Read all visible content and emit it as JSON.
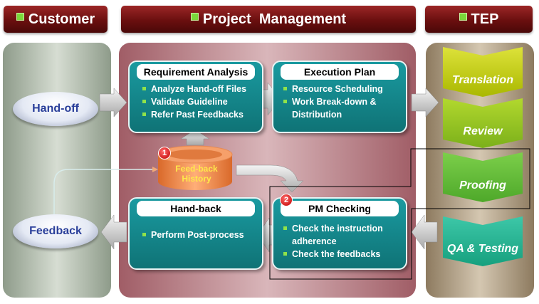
{
  "headers": {
    "customer": "Customer",
    "pm": "Project  Management",
    "tep": "TEP"
  },
  "customer": {
    "handoff": "Hand-off",
    "feedback": "Feedback"
  },
  "pm": {
    "req_title": "Requirement Analysis",
    "req_items": [
      "Analyze Hand-off Files",
      "Validate Guideline",
      "Refer Past Feedbacks"
    ],
    "exec_title": "Execution Plan",
    "exec_items": [
      "Resource Scheduling",
      "Work Break-down &",
      "Distribution"
    ],
    "history_line1": "Feed-back",
    "history_line2": "History",
    "badge1": "1",
    "badge2": "2",
    "handback_title": "Hand-back",
    "handback_items": [
      "Perform Post-process"
    ],
    "check_title": "PM Checking",
    "check_items": [
      "Check the instruction",
      "adherence",
      "Check the feedbacks"
    ]
  },
  "tep": {
    "steps": [
      "Translation",
      "Review",
      "Proofing",
      "QA & Testing"
    ]
  },
  "colors": {
    "header": "#6a0f0f",
    "teal": "#128489",
    "green_chevron": "#8cc63f",
    "yellow_chevron": "#c9d400",
    "qa_chevron": "#2bb59a",
    "bullet": "#8fe24a"
  }
}
